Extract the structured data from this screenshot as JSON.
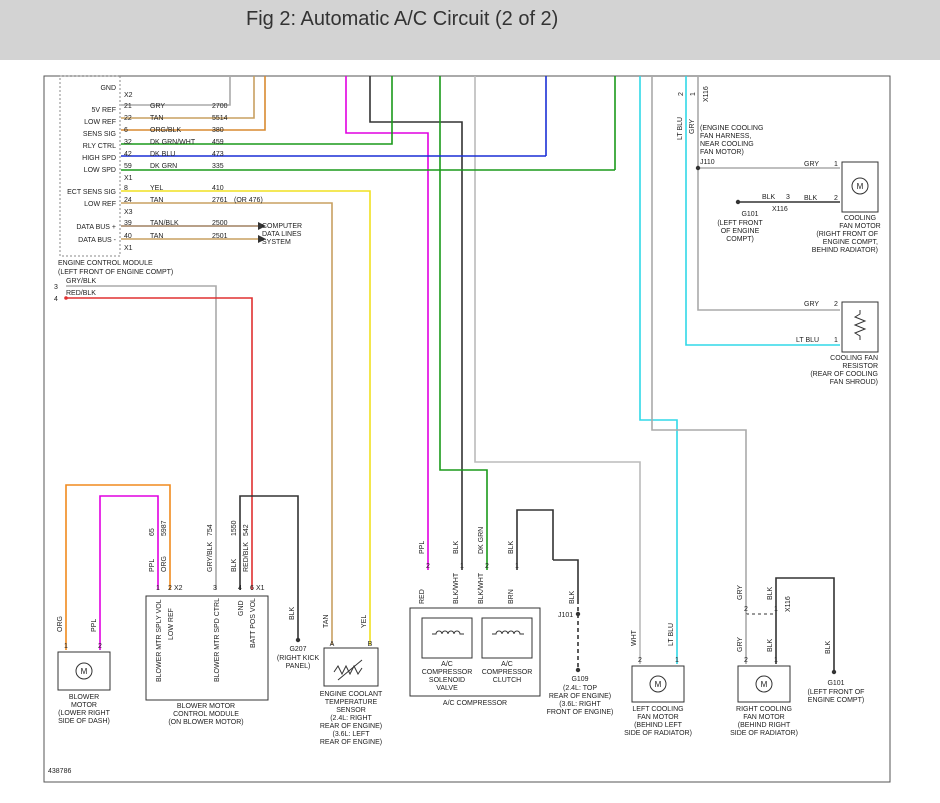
{
  "title": "Fig 2: Automatic A/C Circuit (2 of 2)",
  "figure_id": "438786",
  "colors": {
    "ppl": "#e100e1",
    "blk": "#333333",
    "grn": "#1a9a1a",
    "dkblu": "#1a2fd6",
    "org": "#f08a1e",
    "tan": "#c8a060",
    "yel": "#f0e020",
    "red": "#e03030",
    "gry": "#aaaaaa",
    "ltblu": "#30d8e8",
    "orgblk": "#d88a30"
  },
  "ecm": {
    "connectors": [
      "X2",
      "X1",
      "X3",
      "X1"
    ],
    "name": "ENGINE CONTROL MODULE",
    "location": "(LEFT FRONT OF ENGINE COMPT)",
    "pins": [
      {
        "label": "GND",
        "pin": "",
        "color": "",
        "circuit": ""
      },
      {
        "label": "5V REF",
        "pin": "21",
        "color": "GRY",
        "circuit": "2700"
      },
      {
        "label": "LOW REF",
        "pin": "22",
        "color": "TAN",
        "circuit": "5514"
      },
      {
        "label": "SENS SIG",
        "pin": "6",
        "color": "ORG/BLK",
        "circuit": "380"
      },
      {
        "label": "RLY CTRL",
        "pin": "32",
        "color": "DK GRN/WHT",
        "circuit": "459"
      },
      {
        "label": "HIGH SPD",
        "pin": "42",
        "color": "DK BLU",
        "circuit": "473"
      },
      {
        "label": "LOW SPD",
        "pin": "59",
        "color": "DK GRN",
        "circuit": "335"
      },
      {
        "label": "ECT SENS SIG",
        "pin": "8",
        "color": "YEL",
        "circuit": "410"
      },
      {
        "label": "LOW REF",
        "pin": "24",
        "color": "TAN",
        "circuit": "2761"
      },
      {
        "label": "DATA BUS +",
        "pin": "39",
        "color": "TAN/BLK",
        "circuit": "2500"
      },
      {
        "label": "DATA BUS -",
        "pin": "40",
        "color": "TAN",
        "circuit": "2501"
      }
    ],
    "or_note": "(OR 476)",
    "computer_lines": [
      "COMPUTER",
      "DATA LINES",
      "SYSTEM"
    ]
  },
  "left_feed": [
    {
      "pin": "3",
      "color": "GRY/BLK"
    },
    {
      "pin": "4",
      "color": "RED/BLK"
    }
  ],
  "blower_motor": {
    "lines": [
      "BLOWER",
      "MOTOR",
      "(LOWER RIGHT",
      "SIDE OF DASH)"
    ],
    "pins": [
      "1",
      "2"
    ],
    "wires": [
      "ORG",
      "PPL"
    ]
  },
  "bmcm": {
    "lines": [
      "BLOWER MOTOR",
      "CONTROL MODULE",
      "(ON BLOWER MOTOR)"
    ],
    "connector": "X2",
    "connector2": "X1",
    "pins": [
      {
        "label": "BLOWER MTR SPLY VOL",
        "pin": "1",
        "color": "PPL",
        "circuit": "65"
      },
      {
        "label": "LOW REF",
        "pin": "2",
        "color": "ORG",
        "circuit": "5987"
      },
      {
        "label": "BLOWER MTR SPD CTRL",
        "pin": "3",
        "color": "GRY/BLK",
        "circuit": "754"
      },
      {
        "label": "GND",
        "pin": "4",
        "color": "BLK",
        "circuit": "1550"
      },
      {
        "label": "BATT POS VOL",
        "pin": "6",
        "color": "RED/BLK",
        "circuit": "542"
      }
    ]
  },
  "g207": {
    "label": "G207",
    "lines": [
      "(RIGHT KICK",
      "PANEL)"
    ],
    "wire": "BLK"
  },
  "ect": {
    "lines": [
      "ENGINE COOLANT",
      "TEMPERATURE",
      "SENSOR",
      "(2.4L: RIGHT",
      "REAR OF ENGINE)",
      "(3.6L: LEFT",
      "REAR OF ENGINE)"
    ],
    "pins": [
      "A",
      "B"
    ],
    "wires": [
      "TAN",
      "YEL"
    ]
  },
  "ac_comp": {
    "name": "A/C COMPRESSOR",
    "valve_lines": [
      "A/C",
      "COMPRESSOR",
      "SOLENOID",
      "VALVE"
    ],
    "clutch_lines": [
      "A/C",
      "COMPRESSOR",
      "CLUTCH"
    ],
    "pins": [
      "2",
      "1",
      "2",
      "1"
    ],
    "top_wires": [
      "PPL",
      "BLK",
      "DK GRN",
      "BLK"
    ],
    "bottom_wires": [
      "RED",
      "BLK/WHT",
      "BLK/WHT",
      "BRN"
    ]
  },
  "g109": {
    "splice": "J101",
    "label": "G109",
    "wire": "BLK",
    "lines": [
      "(2.4L: TOP",
      "REAR OF ENGINE)",
      "(3.6L: RIGHT",
      "FRONT OF ENGINE)"
    ]
  },
  "left_fan": {
    "lines": [
      "LEFT COOLING",
      "FAN MOTOR",
      "(BEHIND LEFT",
      "SIDE OF RADIATOR)"
    ],
    "pins": [
      "2",
      "1"
    ],
    "wires": [
      "WHT",
      "LT BLU"
    ]
  },
  "right_fan": {
    "lines": [
      "RIGHT COOLING",
      "FAN MOTOR",
      "(BEHIND RIGHT",
      "SIDE OF RADIATOR)"
    ],
    "pins": [
      "2",
      "1",
      "2",
      "1"
    ],
    "wires": [
      "GRY",
      "BLK",
      "GRY",
      "BLK"
    ],
    "connector": "X116"
  },
  "g101b": {
    "label": "G101",
    "lines": [
      "(LEFT FRONT OF",
      "ENGINE COMPT)"
    ],
    "wire": "BLK"
  },
  "harness": {
    "lines": [
      "(ENGINE COOLING",
      "FAN HARNESS,",
      "NEAR COOLING",
      "FAN MOTOR)"
    ],
    "splice": "J110",
    "wire_gry": "GRY",
    "wire_ltblu": "LT BLU",
    "pins": [
      "2",
      "1"
    ],
    "connector": "X116"
  },
  "cooling_fan_motor": {
    "lines": [
      "COOLING",
      "FAN MOTOR",
      "(RIGHT FRONT OF",
      "ENGINE COMPT,",
      "BEHIND RADIATOR)"
    ],
    "pins": [
      "1",
      "2"
    ],
    "wires": [
      "GRY",
      "BLK"
    ]
  },
  "g101a": {
    "label": "G101",
    "lines": [
      "(LEFT FRONT",
      "OF ENGINE",
      "COMPT)"
    ],
    "wire": "BLK",
    "pin": "3",
    "connector": "X116"
  },
  "fan_resistor": {
    "lines": [
      "COOLING FAN",
      "RESISTOR",
      "(REAR OF COOLING",
      "FAN SHROUD)"
    ],
    "pins": [
      "2",
      "1"
    ],
    "wires": [
      "GRY",
      "LT BLU"
    ]
  }
}
